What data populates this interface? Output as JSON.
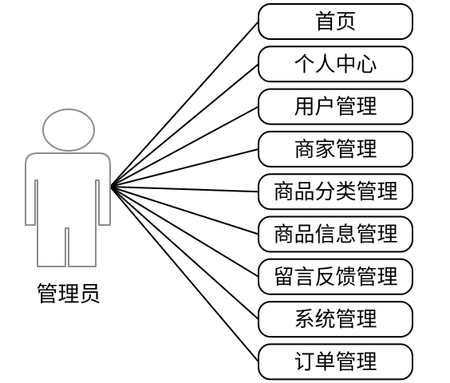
{
  "actor": {
    "label": "管理员"
  },
  "use_cases": [
    {
      "label": "首页"
    },
    {
      "label": "个人中心"
    },
    {
      "label": "用户管理"
    },
    {
      "label": "商家管理"
    },
    {
      "label": "商品分类管理"
    },
    {
      "label": "商品信息管理"
    },
    {
      "label": "留言反馈管理"
    },
    {
      "label": "系统管理"
    },
    {
      "label": "订单管理"
    }
  ],
  "colors": {
    "stroke": "#000000",
    "actor_stroke": "#8c8c8c",
    "background": "#ffffff"
  }
}
